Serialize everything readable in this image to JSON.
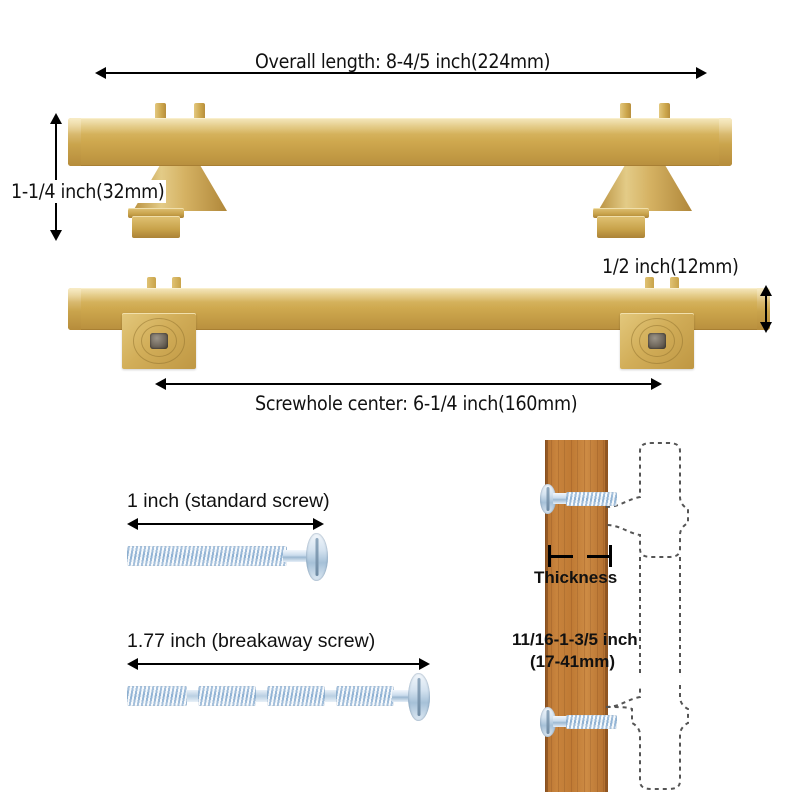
{
  "diagram": {
    "title": "Cabinet pull handle dimension specification",
    "product_color": "#cfa94f",
    "screw_color": "#b9cfe2",
    "wood_color": "#c8843d"
  },
  "labels": {
    "overall_length": "Overall length: 8-4/5 inch(224mm)",
    "height": "1-1/4 inch(32mm)",
    "depth": "1/2 inch(12mm)",
    "screwhole_center": "Screwhole center: 6-1/4 inch(160mm)",
    "standard_screw": "1 inch (standard screw)",
    "breakaway_screw": "1.77 inch (breakaway screw)",
    "thickness": "Thickness",
    "thickness_range_inch": "11/16-1-3/5 inch",
    "thickness_range_mm": "(17-41mm)"
  },
  "measurements": [
    {
      "name": "overall-length",
      "value_inch": "8-4/5",
      "value_mm": 224
    },
    {
      "name": "height",
      "value_inch": "1-1/4",
      "value_mm": 32
    },
    {
      "name": "depth",
      "value_inch": "1/2",
      "value_mm": 12
    },
    {
      "name": "screwhole-center",
      "value_inch": "6-1/4",
      "value_mm": 160
    },
    {
      "name": "standard-screw-length",
      "value_inch": "1"
    },
    {
      "name": "breakaway-screw-length",
      "value_inch": "1.77"
    },
    {
      "name": "door-thickness-min",
      "value_inch": "11/16",
      "value_mm": 17
    },
    {
      "name": "door-thickness-max",
      "value_inch": "1-3/5",
      "value_mm": 41
    }
  ]
}
